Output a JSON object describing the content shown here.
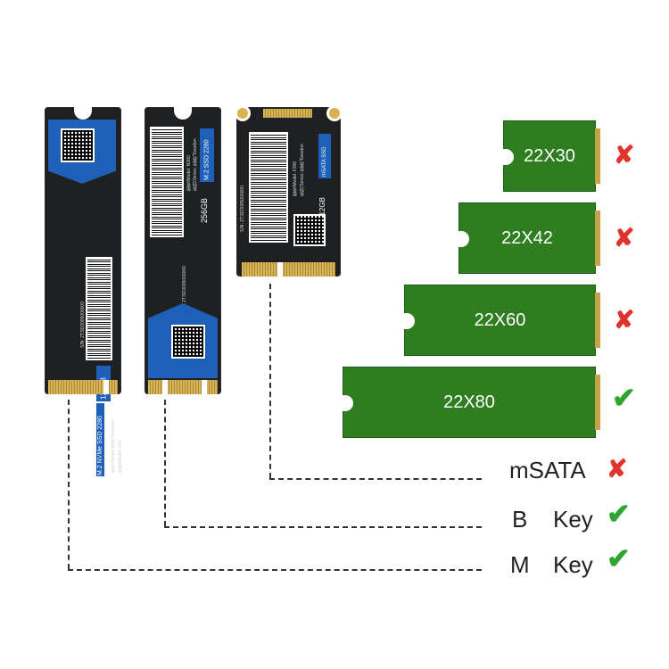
{
  "ssds": {
    "m2_nvme": {
      "capacity": "128GB",
      "title": "M.2 NVMe SSD 2280",
      "series": "系列/Series: 至高/Tosodon",
      "model": "型号/Model: V50",
      "serial": "S/N: ZTSD3005000000"
    },
    "m2_sata": {
      "capacity": "256GB",
      "title": "M.2 SSD 2280",
      "series": "系列/Series: 至高/Tosodon",
      "model": "型号/Model: N300",
      "serial": "S/N: ZTSD3005000000"
    },
    "msata": {
      "capacity": "512GB",
      "title": "mSATA SSD",
      "series": "系列/Series: 至高/Tosodon",
      "model": "型号/Model: F300",
      "serial": "S/N: ZTSD3005000000"
    }
  },
  "boards": [
    {
      "label": "22X30",
      "supported": false,
      "mark": "✘"
    },
    {
      "label": "22X42",
      "supported": false,
      "mark": "✘"
    },
    {
      "label": "22X60",
      "supported": false,
      "mark": "✘"
    },
    {
      "label": "22X80",
      "supported": true,
      "mark": "✔"
    }
  ],
  "interfaces": [
    {
      "label": "mSATA",
      "key": "",
      "supported": false,
      "mark": "✘"
    },
    {
      "label": "B",
      "key": "Key",
      "supported": true,
      "mark": "✔"
    },
    {
      "label": "M",
      "key": "Key",
      "supported": true,
      "mark": "✔"
    }
  ],
  "colors": {
    "board_green": "#2e7d1f",
    "label_blue": "#1e5fb8",
    "cross_red": "#e0332b",
    "check_green": "#2fa42f"
  }
}
